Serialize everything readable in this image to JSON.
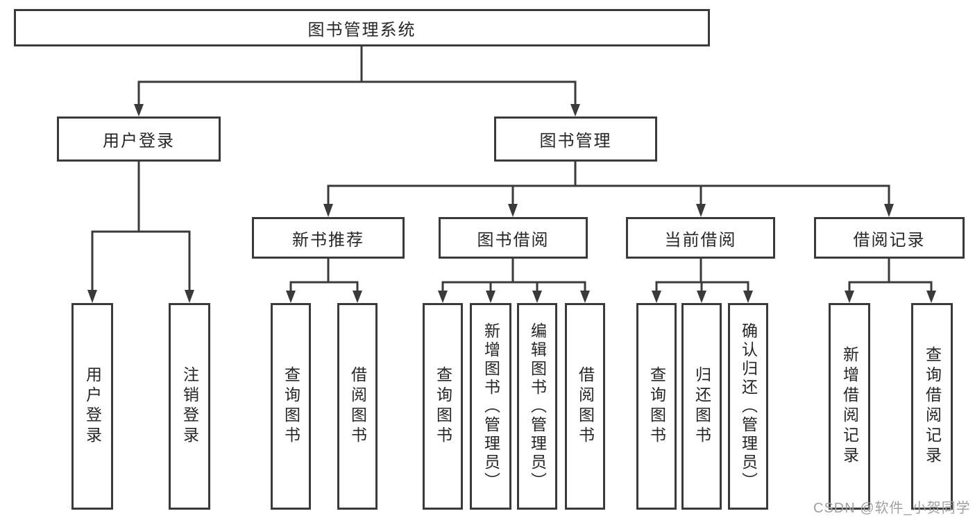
{
  "title": "图书管理系统",
  "level2": [
    {
      "label": "用户登录"
    },
    {
      "label": "图书管理"
    }
  ],
  "level3": [
    {
      "label": "新书推荐"
    },
    {
      "label": "图书借阅"
    },
    {
      "label": "当前借阅"
    },
    {
      "label": "借阅记录"
    }
  ],
  "leaves": [
    {
      "label": "用户登录"
    },
    {
      "label": "注销登录"
    },
    {
      "label": "查询图书"
    },
    {
      "label": "借阅图书"
    },
    {
      "label": "查询图书"
    },
    {
      "label": "新增图书（管理员）"
    },
    {
      "label": "编辑图书（管理员）"
    },
    {
      "label": "借阅图书"
    },
    {
      "label": "查询图书"
    },
    {
      "label": "归还图书"
    },
    {
      "label": "确认归还（管理员）"
    },
    {
      "label": "新增借阅记录"
    },
    {
      "label": "查询借阅记录"
    }
  ],
  "watermark": "CSDN @软件_小贺同学",
  "colors": {
    "line": "#3a3a3a",
    "text": "#262626",
    "watermark": "#a0a0a0",
    "background": "#ffffff"
  }
}
